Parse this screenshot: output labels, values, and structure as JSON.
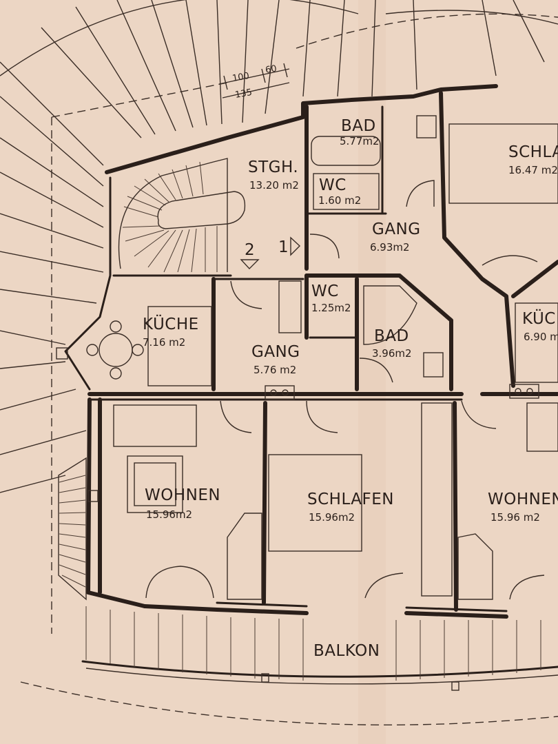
{
  "dimensions": {
    "d1": "100",
    "d2": "60",
    "d3": "135"
  },
  "markers": {
    "stair_2": "2",
    "entry_1": "1"
  },
  "rooms": {
    "bad_top": {
      "name": "BAD",
      "area": "5.77m2"
    },
    "schlafen_r": {
      "name": "SCHLA",
      "area": "16.47 m2"
    },
    "stgh": {
      "name": "STGH.",
      "area": "13.20 m2"
    },
    "wc_top": {
      "name": "WC",
      "area": "1.60 m2"
    },
    "gang_r": {
      "name": "GANG",
      "area": "6.93m2"
    },
    "wc_mid": {
      "name": "WC",
      "area": "1.25m2"
    },
    "kueche_l": {
      "name": "KÜCHE",
      "area": "7.16 m2"
    },
    "gang_l": {
      "name": "GANG",
      "area": "5.76 m2"
    },
    "bad_mid": {
      "name": "BAD",
      "area": "3.96m2"
    },
    "kueche_r": {
      "name": "KÜC",
      "area": "6.90 m"
    },
    "wohnen_l": {
      "name": "WOHNEN",
      "area": "15.96m2"
    },
    "schlafen_c": {
      "name": "SCHLAFEN",
      "area": "15.96m2"
    },
    "wohnen_r": {
      "name": "WOHNEN",
      "area": "15.96 m2"
    },
    "balkon": {
      "name": "BALKON"
    }
  }
}
